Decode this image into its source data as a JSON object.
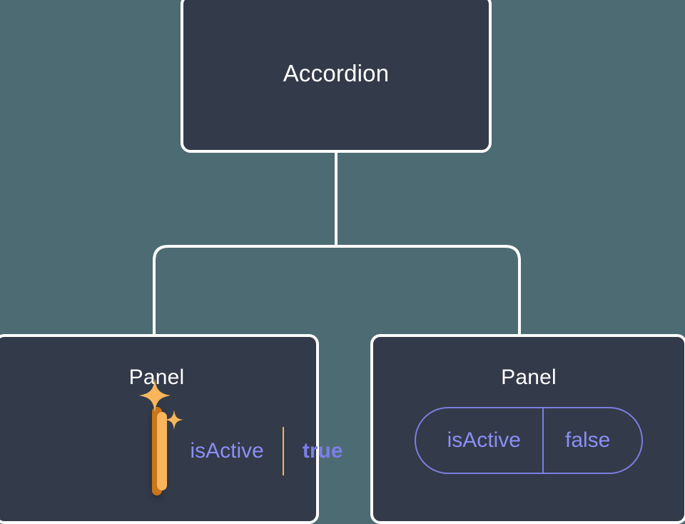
{
  "diagram": {
    "type": "component-tree",
    "background_color": "#4d6b73",
    "node_fill": "#333a49",
    "node_border": "#ffffff",
    "connector_color": "#ffffff",
    "accent_active_outer": "#c97518",
    "accent_active_inner": "#f8b55c",
    "accent_prop": "#8b8ff5",
    "root": {
      "label": "Accordion"
    },
    "children": [
      {
        "label": "Panel",
        "highlighted": true,
        "prop": {
          "key": "isActive",
          "value": "true"
        },
        "sparkle_icons": [
          "sparkle-large-icon",
          "sparkle-small-icon"
        ]
      },
      {
        "label": "Panel",
        "highlighted": false,
        "prop": {
          "key": "isActive",
          "value": "false"
        }
      }
    ]
  }
}
